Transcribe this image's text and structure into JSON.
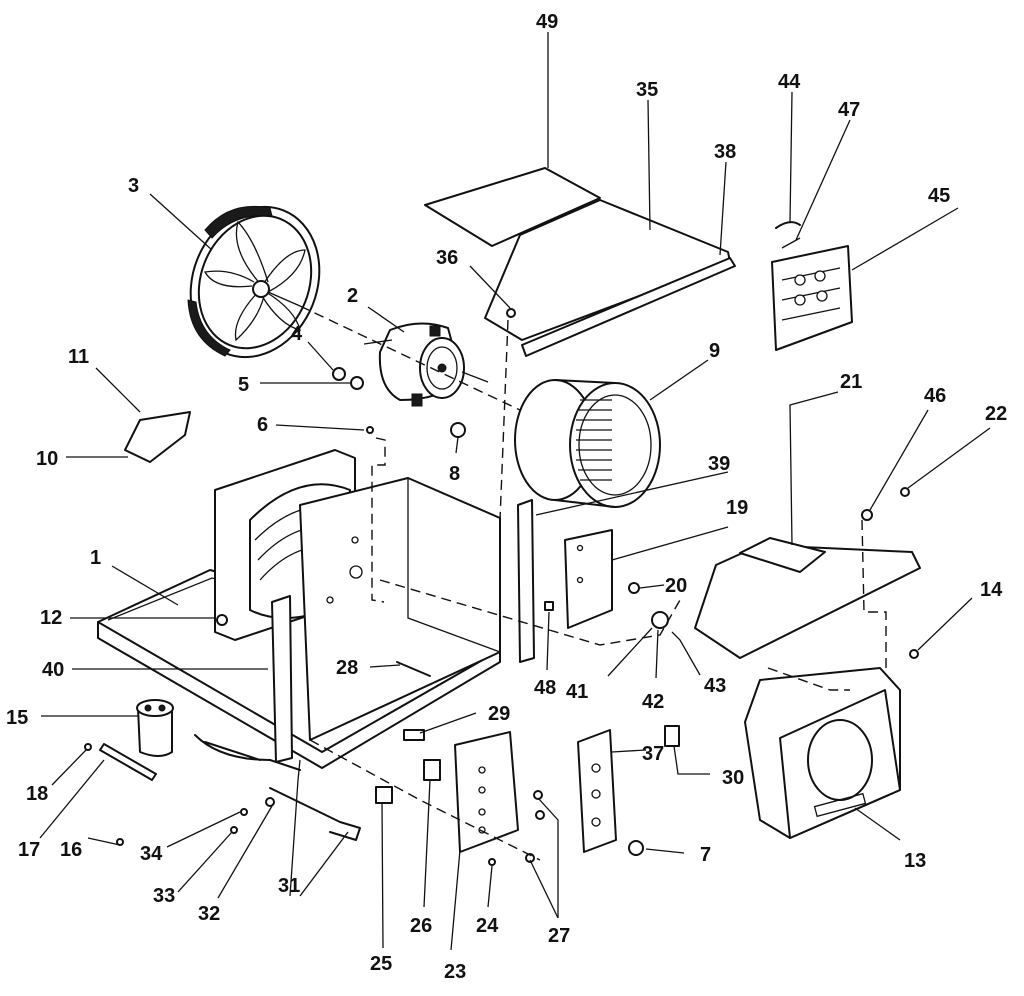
{
  "callouts": {
    "c1": "1",
    "c2": "2",
    "c3": "3",
    "c4": "4",
    "c5": "5",
    "c6": "6",
    "c7": "7",
    "c8": "8",
    "c9": "9",
    "c10": "10",
    "c11": "11",
    "c12": "12",
    "c13": "13",
    "c14": "14",
    "c15": "15",
    "c16": "16",
    "c17": "17",
    "c18": "18",
    "c19": "19",
    "c20": "20",
    "c21": "21",
    "c22": "22",
    "c23": "23",
    "c24": "24",
    "c25": "25",
    "c26": "26",
    "c27": "27",
    "c28": "28",
    "c29": "29",
    "c30": "30",
    "c31": "31",
    "c32": "32",
    "c33": "33",
    "c34": "34",
    "c35": "35",
    "c36": "36",
    "c37": "37",
    "c38": "38",
    "c39": "39",
    "c40": "40",
    "c41": "41",
    "c42": "42",
    "c43": "43",
    "c44": "44",
    "c45": "45",
    "c46": "46",
    "c47": "47",
    "c48": "48",
    "c49": "49"
  }
}
